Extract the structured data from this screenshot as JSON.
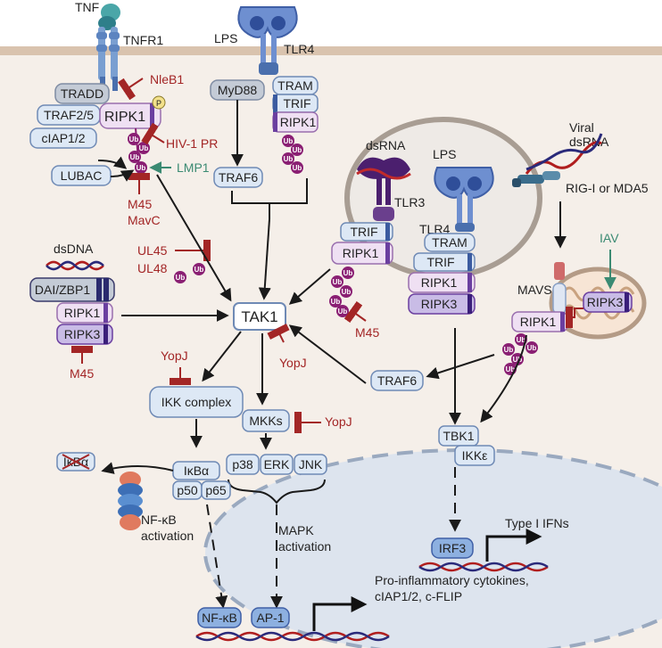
{
  "receptors": {
    "tnf": "TNF",
    "tnfr1": "TNFR1",
    "lps_top": "LPS",
    "tlr4_top": "TLR4",
    "dsrna": "dsRNA",
    "lps_endo": "LPS",
    "tlr3": "TLR3",
    "tlr4_endo": "TLR4",
    "viral_dsrna_line1": "Viral",
    "viral_dsrna_line2": "dsRNA",
    "rig_i": "RIG-I or MDA5",
    "dsdna": "dsDNA",
    "mavs": "MAVS"
  },
  "adaptors": {
    "tradd": "TRADD",
    "traf25": "TRAF2/5",
    "ripk1": "RIPK1",
    "ciap": "cIAP1/2",
    "lubac": "LUBAC",
    "myd88": "MyD88",
    "tram": "TRAM",
    "trif": "TRIF",
    "traf6": "TRAF6",
    "dai": "DAI/ZBP1",
    "ripk3": "RIPK3",
    "tak1": "TAK1",
    "ikk": "IKK complex",
    "mkks": "MKKs",
    "p38": "p38",
    "erk": "ERK",
    "jnk": "JNK",
    "tbk1": "TBK1",
    "ikke": "IKKε",
    "ikba": "IκBα",
    "p50": "p50",
    "p65": "p65",
    "irf3": "IRF3",
    "nfkb": "NF-κB",
    "ap1": "AP-1",
    "phos": "P",
    "ub": "Ub"
  },
  "inhibitors": {
    "nleb1": "NleB1",
    "hiv": "HIV-1 PR",
    "lmp1": "LMP1",
    "m45": "M45",
    "mavc": "MavC",
    "ul45": "UL45",
    "ul48": "UL48",
    "yopj": "YopJ",
    "iav": "IAV"
  },
  "outcomes": {
    "nfkb_act_line1": "NF-κB",
    "nfkb_act_line2": "activation",
    "mapk_act_line1": "MAPK",
    "mapk_act_line2": "activation",
    "type1": "Type I IFNs",
    "proinf_line1": "Pro-inflammatory cytokines,",
    "proinf_line2": "cIAP1/2, c-FLIP"
  },
  "colors": {
    "membrane": "#d9c3ae",
    "box_fill": "#dde8f5",
    "box_stroke": "#6f8ab5",
    "ripk_fill": "#efe0f3",
    "ripk3_fill": "#c9bce6",
    "ub": "#8a1f73",
    "red": "#a32626",
    "green": "#3b8a72",
    "nucleus": "#dde4ee"
  }
}
